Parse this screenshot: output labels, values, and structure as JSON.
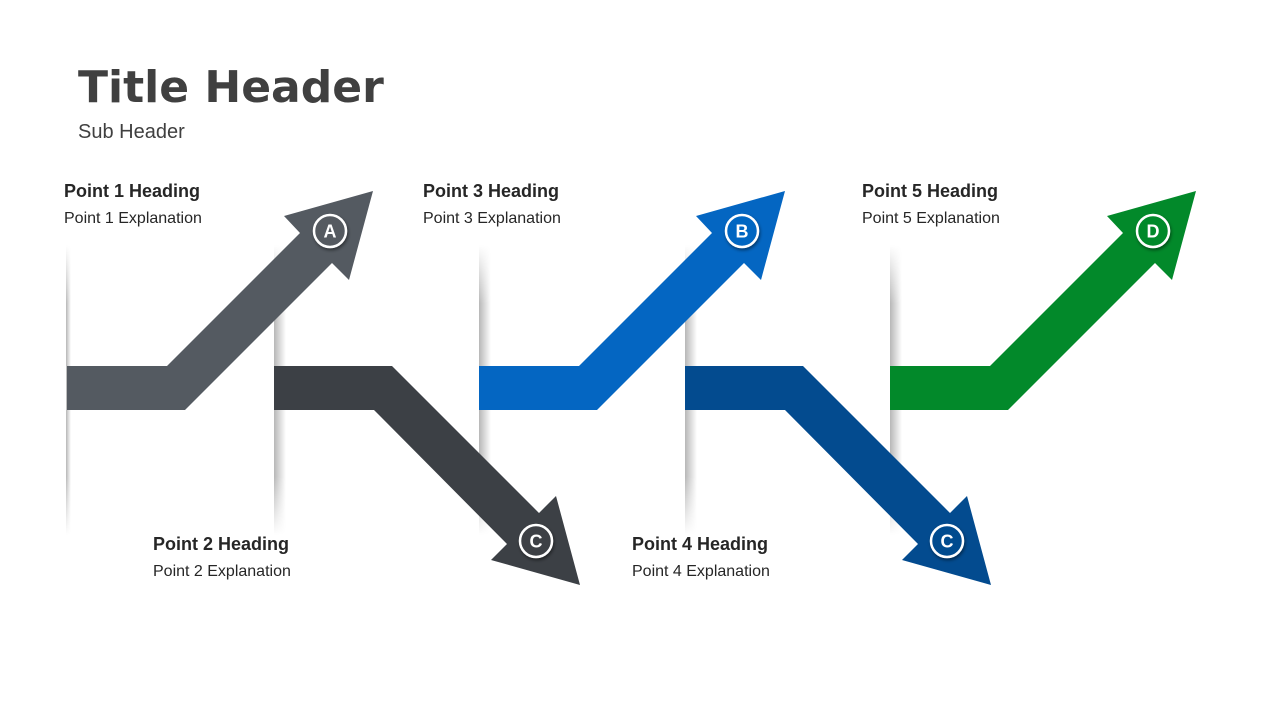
{
  "title": "Title Header",
  "subtitle": "Sub Header",
  "points": [
    {
      "heading": "Point 1 Heading",
      "explanation": "Point 1 Explanation"
    },
    {
      "heading": "Point 2 Heading",
      "explanation": "Point 2 Explanation"
    },
    {
      "heading": "Point 3 Heading",
      "explanation": "Point 3 Explanation"
    },
    {
      "heading": "Point 4 Heading",
      "explanation": "Point 4 Explanation"
    },
    {
      "heading": "Point 5 Heading",
      "explanation": "Point 5 Explanation"
    }
  ],
  "arrows": [
    {
      "direction": "up",
      "badge": "A",
      "color": "#545a61"
    },
    {
      "direction": "down",
      "badge": "C",
      "color": "#3c4045"
    },
    {
      "direction": "up",
      "badge": "B",
      "color": "#0466c2"
    },
    {
      "direction": "down",
      "badge": "C",
      "color": "#034b8f"
    },
    {
      "direction": "up",
      "badge": "D",
      "color": "#02892a"
    }
  ]
}
